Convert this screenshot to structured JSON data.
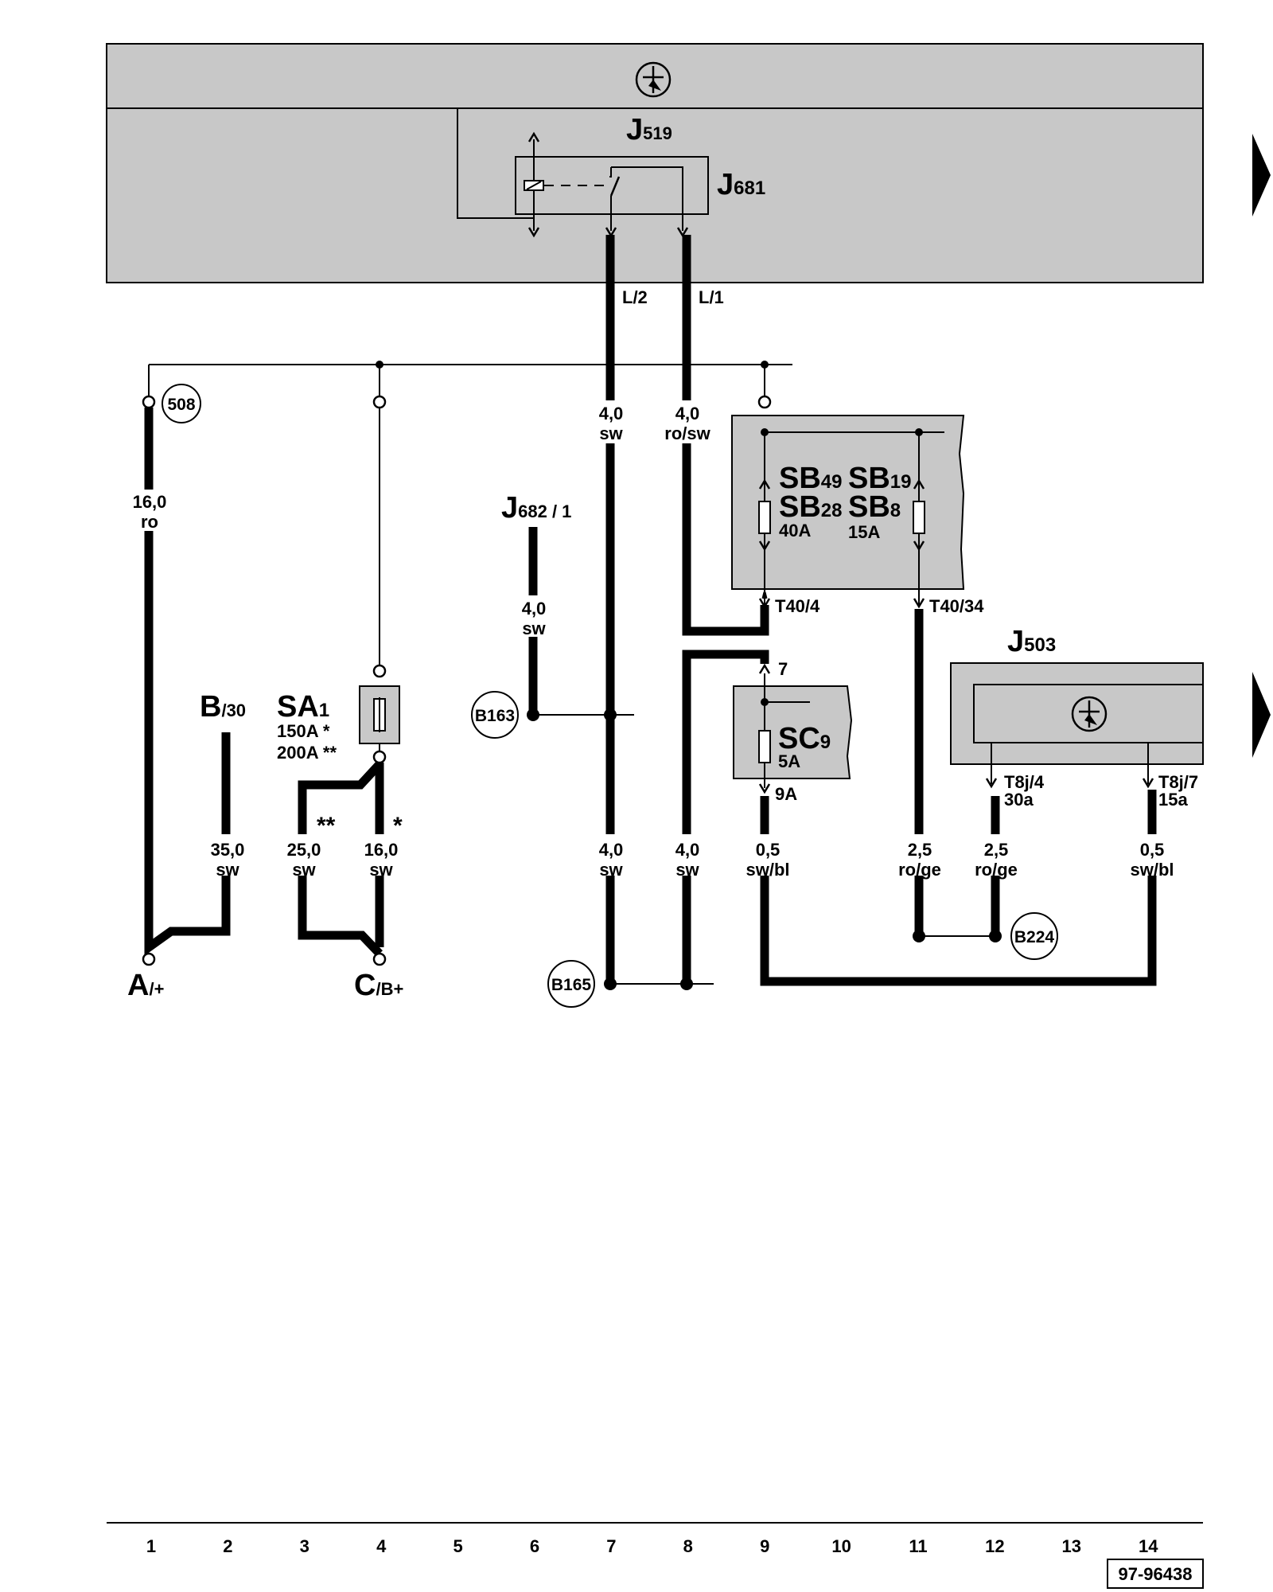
{
  "components": {
    "j519": {
      "main": "J",
      "sub": "519"
    },
    "j681": {
      "main": "J",
      "sub": "681"
    },
    "j682": {
      "main": "J",
      "sub": "682 / 1"
    },
    "j503": {
      "main": "J",
      "sub": "503"
    },
    "sa1": {
      "main": "SA",
      "sub": "1",
      "rating1": "150A",
      "rating2": "200A"
    },
    "sb_block": {
      "sb49": {
        "main": "SB",
        "sub": "49"
      },
      "sb19": {
        "main": "SB",
        "sub": "19"
      },
      "sb28": {
        "main": "SB",
        "sub": "28"
      },
      "sb8": {
        "main": "SB",
        "sub": "8"
      },
      "left_rating": "40A",
      "right_rating": "15A"
    },
    "sc9": {
      "main": "SC",
      "sub": "9",
      "rating": "5A"
    }
  },
  "terminals": {
    "a": {
      "main": "A",
      "sub": "/+"
    },
    "b": {
      "main": "B",
      "sub": "/30"
    },
    "c": {
      "main": "C",
      "sub": "/B+"
    }
  },
  "connectors": {
    "l2": "L/2",
    "l1": "L/1",
    "t40_4": "T40/4",
    "t40_34": "T40/34",
    "pin7": "7",
    "pin9a": "9A",
    "t8j_4": "T8j/4",
    "t8j_4_sub": "30a",
    "t8j_7": "T8j/7",
    "t8j_7_sub": "15a"
  },
  "markers": {
    "single_star": "*",
    "double_star": "**"
  },
  "callouts": {
    "c508": "508",
    "b163": "B163",
    "b165": "B165",
    "b224": "B224"
  },
  "wires": {
    "w_16ro": {
      "size": "16,0",
      "color": "ro"
    },
    "w_35sw": {
      "size": "35,0",
      "color": "sw"
    },
    "w_25sw": {
      "size": "25,0",
      "color": "sw"
    },
    "w_16sw": {
      "size": "16,0",
      "color": "sw"
    },
    "w_j682": {
      "size": "4,0",
      "color": "sw"
    },
    "w_l2_top": {
      "size": "4,0",
      "color": "sw"
    },
    "w_l1_top": {
      "size": "4,0",
      "color": "ro/sw"
    },
    "w_col7": {
      "size": "4,0",
      "color": "sw"
    },
    "w_col8": {
      "size": "4,0",
      "color": "sw"
    },
    "w_col9": {
      "size": "0,5",
      "color": "sw/bl"
    },
    "w_col11": {
      "size": "2,5",
      "color": "ro/ge"
    },
    "w_col12": {
      "size": "2,5",
      "color": "ro/ge"
    },
    "w_col14": {
      "size": "0,5",
      "color": "sw/bl"
    }
  },
  "column_numbers": [
    "1",
    "2",
    "3",
    "4",
    "5",
    "6",
    "7",
    "8",
    "9",
    "10",
    "11",
    "12",
    "13",
    "14"
  ],
  "drawing_number": "97-96438",
  "icons": {
    "control_unit": "control-unit-symbol-icon",
    "continuation": "continuation-arrow-icon"
  },
  "colors": {
    "panel": "#c8c8c8",
    "line": "#000000",
    "background": "#ffffff"
  }
}
